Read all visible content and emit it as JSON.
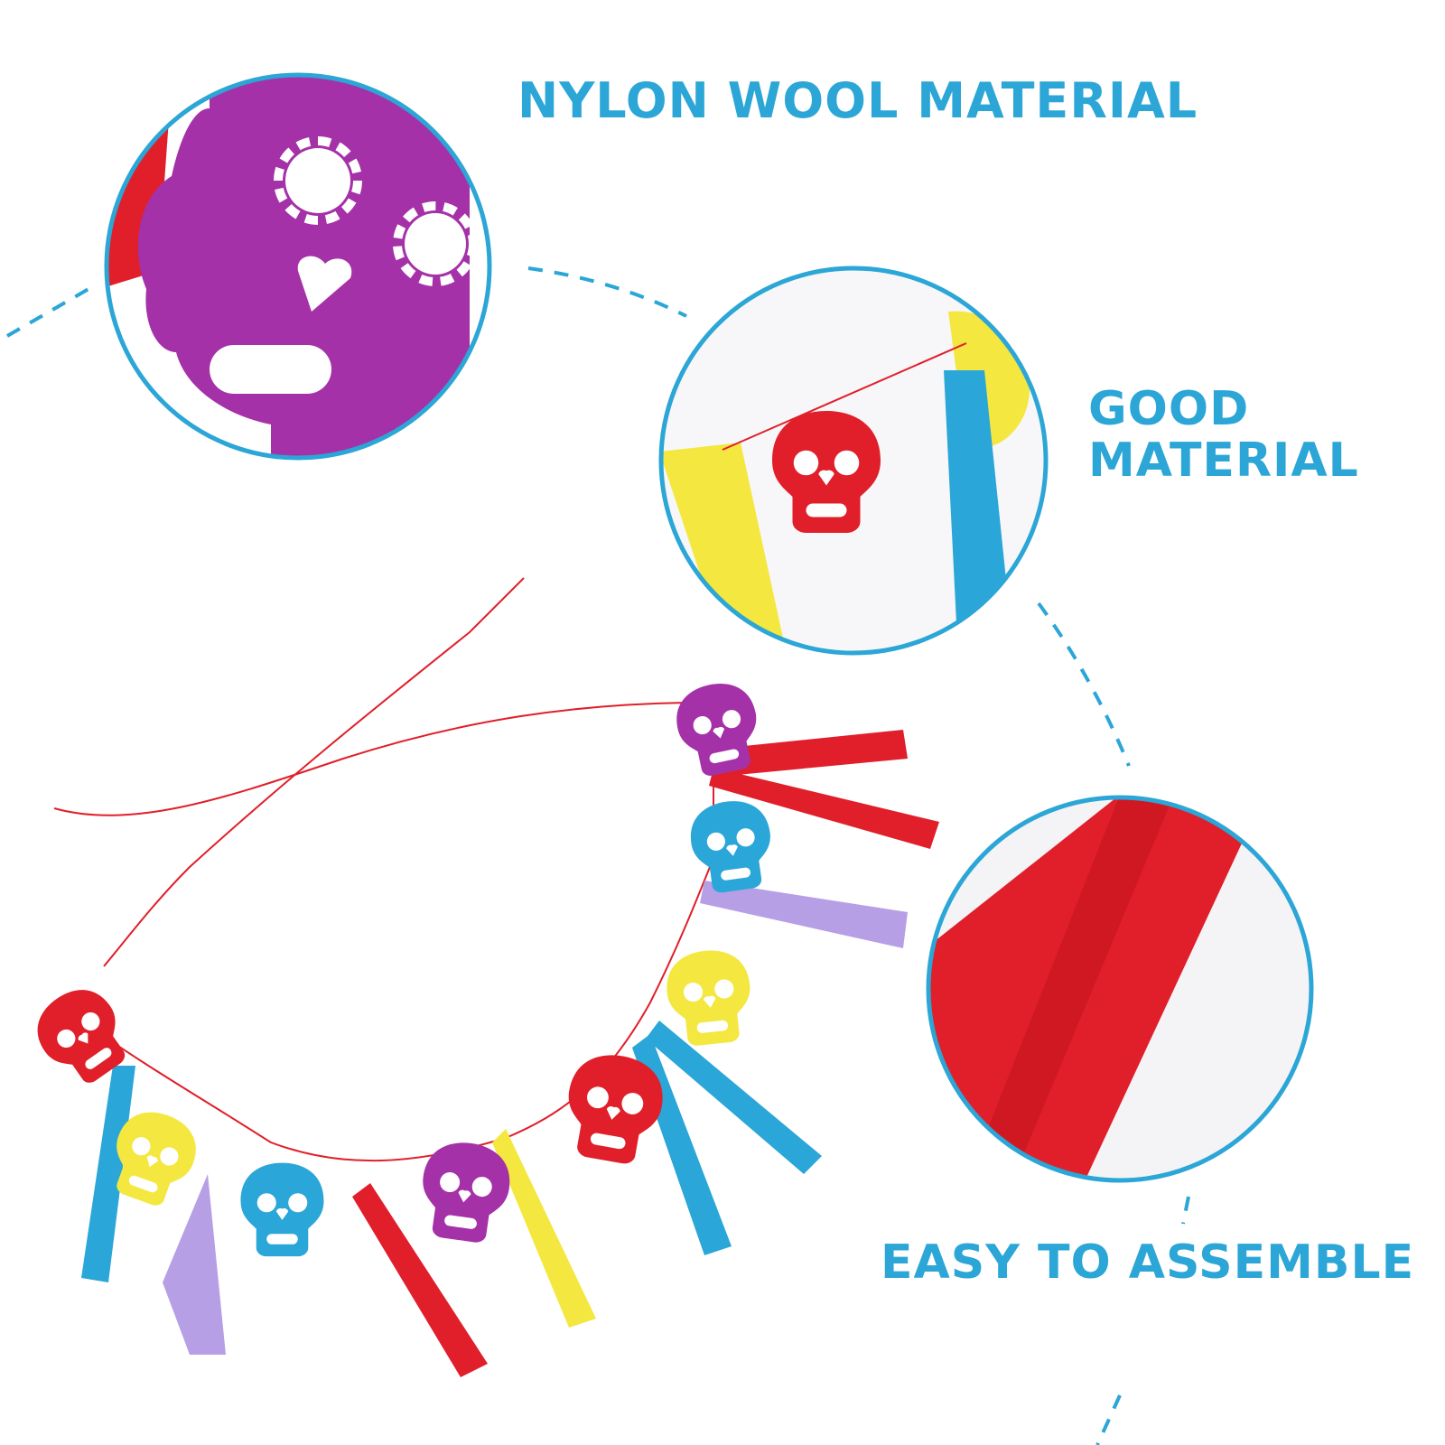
{
  "captions": {
    "top": "NYLON WOOL MATERIAL",
    "middle_line1": "GOOD",
    "middle_line2": "MATERIAL",
    "bottom": "EASY TO ASSEMBLE"
  },
  "colors": {
    "accent": "#2ba6d6",
    "felt_purple": "#a531a8",
    "felt_red": "#e01f2a",
    "felt_yellow": "#f4e740",
    "felt_blue": "#2aa6d8",
    "ribbon_lilac": "#b79fe6"
  }
}
